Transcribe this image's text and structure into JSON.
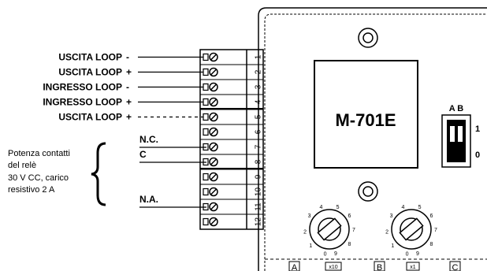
{
  "wire_labels": [
    {
      "text": "USCITA LOOP",
      "sign": "-"
    },
    {
      "text": "USCITA LOOP",
      "sign": "+"
    },
    {
      "text": "INGRESSO LOOP",
      "sign": "-"
    },
    {
      "text": "INGRESSO LOOP",
      "sign": "+"
    },
    {
      "text": "USCITA LOOP",
      "sign": "+"
    }
  ],
  "relay_labels": {
    "nc": "N.C.",
    "c": "C",
    "na": "N.A."
  },
  "relay_note": [
    "Potenza contatti",
    "del relè",
    "30 V CC, carico",
    "resistivo 2 A"
  ],
  "terminals": [
    "1",
    "2",
    "3",
    "4",
    "5",
    "6",
    "7",
    "8",
    "9",
    "10",
    "11",
    "12"
  ],
  "module": {
    "model": "M-701E"
  },
  "dip_switch": {
    "header": "A B",
    "top": "1",
    "bottom": "0"
  },
  "rotary_left": {
    "numbers": [
      "0",
      "1",
      "2",
      "3",
      "4",
      "5",
      "6",
      "7",
      "8",
      "9"
    ],
    "label": "x10"
  },
  "rotary_right": {
    "numbers": [
      "0",
      "1",
      "2",
      "3",
      "4",
      "5",
      "6",
      "7",
      "8",
      "9"
    ],
    "label": "x1"
  },
  "bottom_tabs": [
    "A",
    "B",
    "C"
  ]
}
